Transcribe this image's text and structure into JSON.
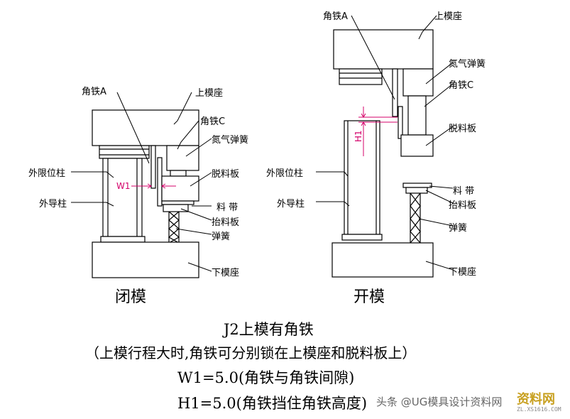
{
  "views": {
    "closed": {
      "title": "闭模",
      "labels": {
        "angle_iron_a": "角铁A",
        "upper_die_seat": "上模座",
        "angle_iron_c": "角铁C",
        "nitrogen_spring": "氮气弹簧",
        "outer_limit_post": "外限位柱",
        "stripper_plate": "脱料板",
        "outer_guide_post": "外导柱",
        "strip": "料 带",
        "lifter_plate": "抬料板",
        "spring": "弹簧",
        "lower_die_seat": "下模座",
        "dim_w1": "W1"
      }
    },
    "open": {
      "title": "开模",
      "labels": {
        "angle_iron_a": "角铁A",
        "upper_die_seat": "上模座",
        "nitrogen_spring": "氮气弹簧",
        "angle_iron_c": "角铁C",
        "stripper_plate": "脱料板",
        "dim_h1": "H1",
        "outer_limit_post": "外限位柱",
        "strip": "料 带",
        "outer_guide_post": "外导柱",
        "lifter_plate": "抬料板",
        "spring": "弹簧",
        "lower_die_seat": "下模座"
      }
    }
  },
  "caption": {
    "line1": "J2上模有角铁",
    "line2": "（上模行程大时,角铁可分别锁在上模座和脱料板上）",
    "line3": "W1=5.0(角铁与角铁间隙)",
    "line4": "H1=5.0(角铁挡住角铁高度)"
  },
  "watermark": {
    "text": "头条 @UG模具设计资料网",
    "logo": "资料网",
    "url": "ZL.XS1616.COM"
  },
  "colors": {
    "line": "#000000",
    "dimension": "#d4006a"
  }
}
